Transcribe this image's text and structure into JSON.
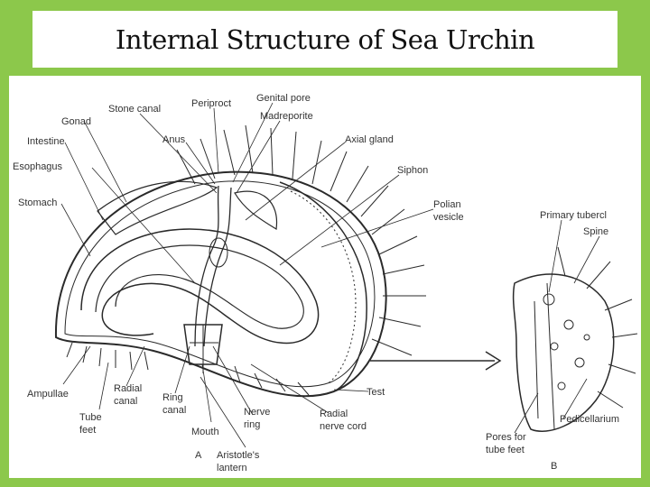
{
  "title": "Internal Structure of Sea Urchin",
  "colors": {
    "background": "#8cc84b",
    "panel": "#ffffff",
    "ink": "#2a2a2a"
  },
  "figure_a": {
    "letter": "A",
    "labels": {
      "stone_canal": "Stone canal",
      "periproct": "Periproct",
      "genital_pore": "Genital pore",
      "madreporite": "Madreporite",
      "gonad": "Gonad",
      "anus": "Anus",
      "axial_gland": "Axial gland",
      "intestine": "Intestine",
      "esophagus": "Esophagus",
      "siphon": "Siphon",
      "stomach": "Stomach",
      "polian_vesicle": [
        "Polian",
        "vesicle"
      ],
      "ampullae": "Ampullae",
      "radial_canal": [
        "Radial",
        "canal"
      ],
      "ring_canal": [
        "Ring",
        "canal"
      ],
      "tube_feet": [
        "Tube",
        "feet"
      ],
      "mouth": "Mouth",
      "nerve_ring": [
        "Nerve",
        "ring"
      ],
      "radial_nerve_cord": [
        "Radial",
        "nerve cord"
      ],
      "aristotles_lantern": [
        "Aristotle's",
        "lantern"
      ],
      "test": "Test"
    }
  },
  "figure_b": {
    "letter": "B",
    "labels": {
      "primary_tubercle": "Primary tubercl",
      "spine": "Spine",
      "pedicellarium": "Pedicellarium",
      "pores_for_tube_feet": [
        "Pores for",
        "tube feet"
      ]
    }
  }
}
